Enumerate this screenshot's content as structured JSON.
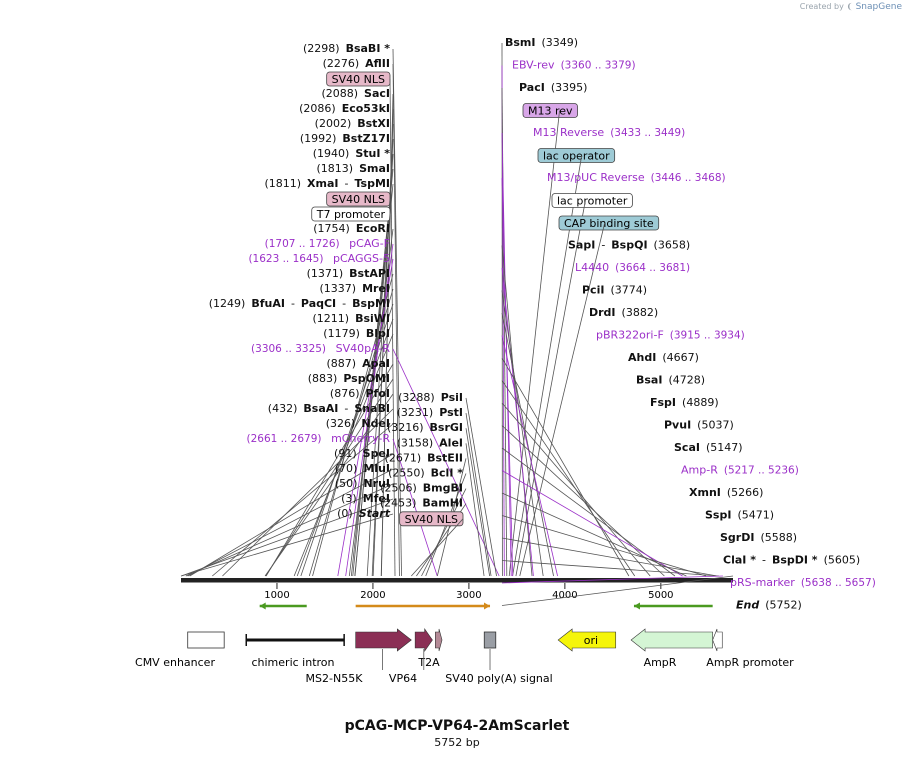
{
  "credit": {
    "prefix": "Created by",
    "brand": "SnapGene"
  },
  "plasmid": {
    "name": "pCAG-MCP-VP64-2AmScarlet",
    "length_label": "5752 bp",
    "length": 5752
  },
  "ruler": {
    "ticks": [
      1000,
      2000,
      3000,
      4000,
      5000
    ],
    "labels": [
      "1000",
      "2000",
      "3000",
      "4000",
      "5000"
    ]
  },
  "left_labels": [
    {
      "kind": "enzyme",
      "pos": 2298,
      "num": "(2298)",
      "name": "BsaBI *"
    },
    {
      "kind": "enzyme",
      "pos": 2276,
      "num": "(2276)",
      "name": "AflII"
    },
    {
      "kind": "box",
      "pos": 2230,
      "text": "SV40 NLS",
      "fill": "#e6b8c8"
    },
    {
      "kind": "enzyme",
      "pos": 2088,
      "num": "(2088)",
      "name": "SacI"
    },
    {
      "kind": "enzyme",
      "pos": 2086,
      "num": "(2086)",
      "name": "Eco53kI"
    },
    {
      "kind": "enzyme",
      "pos": 2002,
      "num": "(2002)",
      "name": "BstXI"
    },
    {
      "kind": "enzyme",
      "pos": 1992,
      "num": "(1992)",
      "name": "BstZ17I"
    },
    {
      "kind": "enzyme",
      "pos": 1940,
      "num": "(1940)",
      "name": "StuI *"
    },
    {
      "kind": "enzyme",
      "pos": 1813,
      "num": "(1813)",
      "name": "SmaI"
    },
    {
      "kind": "enzyme",
      "pos": 1811,
      "num": "(1811)",
      "name": "XmaI",
      "name2": "TspMI"
    },
    {
      "kind": "box",
      "pos": 1790,
      "text": "SV40 NLS",
      "fill": "#e6b8c8"
    },
    {
      "kind": "box",
      "pos": 1775,
      "text": "T7 promoter",
      "fill": "#ffffff"
    },
    {
      "kind": "enzyme",
      "pos": 1754,
      "num": "(1754)",
      "name": "EcoRI"
    },
    {
      "kind": "primer",
      "pos": 1716,
      "range": "(1707 .. 1726)",
      "name": "pCAG-F"
    },
    {
      "kind": "primer",
      "pos": 1634,
      "range": "(1623 .. 1645)",
      "name": "pCAGGS-5"
    },
    {
      "kind": "enzyme",
      "pos": 1371,
      "num": "(1371)",
      "name": "BstAPI"
    },
    {
      "kind": "enzyme",
      "pos": 1337,
      "num": "(1337)",
      "name": "MreI"
    },
    {
      "kind": "enzyme",
      "pos": 1249,
      "num": "(1249)",
      "name": "BfuAI",
      "name2": "PaqCI",
      "name3": "BspMI"
    },
    {
      "kind": "enzyme",
      "pos": 1211,
      "num": "(1211)",
      "name": "BsiWI"
    },
    {
      "kind": "enzyme",
      "pos": 1179,
      "num": "(1179)",
      "name": "BlpI"
    },
    {
      "kind": "primer",
      "pos": 3315,
      "range": "(3306 .. 3325)",
      "name": "SV40pA-R"
    },
    {
      "kind": "enzyme",
      "pos": 887,
      "num": "(887)",
      "name": "ApaI"
    },
    {
      "kind": "enzyme",
      "pos": 883,
      "num": "(883)",
      "name": "PspOMI"
    },
    {
      "kind": "enzyme",
      "pos": 876,
      "num": "(876)",
      "name": "PfoI"
    },
    {
      "kind": "enzyme",
      "pos": 432,
      "num": "(432)",
      "name": "BsaAI",
      "name2": "SnaBI"
    },
    {
      "kind": "enzyme",
      "pos": 326,
      "num": "(326)",
      "name": "NdeI"
    },
    {
      "kind": "primer",
      "pos": 2670,
      "range": "(2661 .. 2679)",
      "name": "mCherry-R"
    },
    {
      "kind": "enzyme",
      "pos": 91,
      "num": "(91)",
      "name": "SpeI"
    },
    {
      "kind": "enzyme",
      "pos": 70,
      "num": "(70)",
      "name": "MluI"
    },
    {
      "kind": "enzyme",
      "pos": 50,
      "num": "(50)",
      "name": "NruI"
    },
    {
      "kind": "enzyme",
      "pos": 3,
      "num": "(3)",
      "name": "MfeI"
    },
    {
      "kind": "enzyme",
      "pos": 0,
      "num": "(0)",
      "name": "Start",
      "italic": true
    }
  ],
  "center_labels": [
    {
      "kind": "enzyme",
      "pos": 3288,
      "num": "(3288)",
      "name": "PsiI"
    },
    {
      "kind": "enzyme",
      "pos": 3231,
      "num": "(3231)",
      "name": "PstI"
    },
    {
      "kind": "enzyme",
      "pos": 3216,
      "num": "(3216)",
      "name": "BsrGI"
    },
    {
      "kind": "enzyme",
      "pos": 3158,
      "num": "(3158)",
      "name": "AleI"
    },
    {
      "kind": "enzyme",
      "pos": 2671,
      "num": "(2671)",
      "name": "BstEII"
    },
    {
      "kind": "enzyme",
      "pos": 2550,
      "num": "(2550)",
      "name": "BclI *"
    },
    {
      "kind": "enzyme",
      "pos": 2506,
      "num": "(2506)",
      "name": "BmgBI"
    },
    {
      "kind": "enzyme",
      "pos": 2453,
      "num": "(2453)",
      "name": "BamHI"
    },
    {
      "kind": "box",
      "pos": 2400,
      "text": "SV40 NLS",
      "fill": "#e6b8c8"
    }
  ],
  "right_labels": [
    {
      "kind": "enzyme",
      "pos": 3349,
      "name": "BsmI",
      "num": "(3349)"
    },
    {
      "kind": "primer",
      "pos": 3369,
      "name": "EBV-rev",
      "range": "(3360 .. 3379)"
    },
    {
      "kind": "enzyme",
      "pos": 3395,
      "name": "PacI",
      "num": "(3395)"
    },
    {
      "kind": "box",
      "pos": 3420,
      "text": "M13 rev",
      "fill": "#d8a6e8"
    },
    {
      "kind": "primer",
      "pos": 3441,
      "name": "M13 Reverse",
      "range": "(3433 .. 3449)"
    },
    {
      "kind": "box",
      "pos": 3455,
      "text": "lac operator",
      "fill": "#9ecbd6"
    },
    {
      "kind": "primer",
      "pos": 3457,
      "name": "M13/pUC Reverse",
      "range": "(3446 .. 3468)"
    },
    {
      "kind": "box",
      "pos": 3490,
      "text": "lac promoter",
      "fill": "#ffffff"
    },
    {
      "kind": "box",
      "pos": 3530,
      "text": "CAP binding site",
      "fill": "#9ecbd6"
    },
    {
      "kind": "enzyme",
      "pos": 3658,
      "name": "SapI",
      "name2": "BspQI",
      "num": "(3658)"
    },
    {
      "kind": "primer",
      "pos": 3672,
      "name": "L4440",
      "range": "(3664 .. 3681)"
    },
    {
      "kind": "enzyme",
      "pos": 3774,
      "name": "PciI",
      "num": "(3774)"
    },
    {
      "kind": "enzyme",
      "pos": 3882,
      "name": "DrdI",
      "num": "(3882)"
    },
    {
      "kind": "primer",
      "pos": 3924,
      "name": "pBR322ori-F",
      "range": "(3915 .. 3934)"
    },
    {
      "kind": "enzyme",
      "pos": 4667,
      "name": "AhdI",
      "num": "(4667)"
    },
    {
      "kind": "enzyme",
      "pos": 4728,
      "name": "BsaI",
      "num": "(4728)"
    },
    {
      "kind": "enzyme",
      "pos": 4889,
      "name": "FspI",
      "num": "(4889)"
    },
    {
      "kind": "enzyme",
      "pos": 5037,
      "name": "PvuI",
      "num": "(5037)"
    },
    {
      "kind": "enzyme",
      "pos": 5147,
      "name": "ScaI",
      "num": "(5147)"
    },
    {
      "kind": "primer",
      "pos": 5226,
      "name": "Amp-R",
      "range": "(5217 .. 5236)"
    },
    {
      "kind": "enzyme",
      "pos": 5266,
      "name": "XmnI",
      "num": "(5266)"
    },
    {
      "kind": "enzyme",
      "pos": 5471,
      "name": "SspI",
      "num": "(5471)"
    },
    {
      "kind": "enzyme",
      "pos": 5588,
      "name": "SgrDI",
      "num": "(5588)"
    },
    {
      "kind": "enzyme",
      "pos": 5605,
      "name": "ClaI *",
      "name2": "BspDI *",
      "num": "(5605)"
    },
    {
      "kind": "primer",
      "pos": 5647,
      "name": "pRS-marker",
      "range": "(5638 .. 5657)"
    },
    {
      "kind": "enzyme",
      "pos": 5752,
      "name": "End",
      "num": "(5752)",
      "italic": true
    }
  ],
  "features": [
    {
      "name": "CMV enhancer",
      "start": 70,
      "end": 450,
      "shape": "box",
      "fill": "#ffffff"
    },
    {
      "name": "chimeric intron",
      "start": 680,
      "end": 1700,
      "shape": "intron"
    },
    {
      "name": "MS2-N55K",
      "start": 1820,
      "end": 2400,
      "shape": "arrow",
      "fill": "#8b2f55"
    },
    {
      "name": "VP64",
      "start": 2440,
      "end": 2620,
      "shape": "arrow",
      "fill": "#8b2f55"
    },
    {
      "name": "T2A",
      "start": 2650,
      "end": 2720,
      "shape": "arrow",
      "fill": "#b48a96"
    },
    {
      "name": "SV40 poly(A) signal",
      "start": 3160,
      "end": 3280,
      "shape": "box",
      "fill": "#9a9ea5"
    },
    {
      "name": "ori",
      "start": 3930,
      "end": 4530,
      "shape": "left-arrow",
      "fill": "#f5f50a"
    },
    {
      "name": "AmpR",
      "start": 4690,
      "end": 5540,
      "shape": "left-arrow",
      "fill": "#d4f5d4"
    },
    {
      "name": "AmpR promoter",
      "start": 5540,
      "end": 5640,
      "shape": "left-arrow",
      "fill": "#ffffff"
    }
  ],
  "orfs": [
    {
      "start": 820,
      "end": 1310,
      "dir": "left",
      "color": "#4a9a20"
    },
    {
      "start": 1820,
      "end": 3220,
      "dir": "right",
      "color": "#d48a1a"
    },
    {
      "start": 4720,
      "end": 5540,
      "dir": "left",
      "color": "#4a9a20"
    }
  ],
  "colors": {
    "enzyme": "#111111",
    "primer": "#9b30c8",
    "line": "#555555",
    "primer_line": "#9b30c8"
  }
}
